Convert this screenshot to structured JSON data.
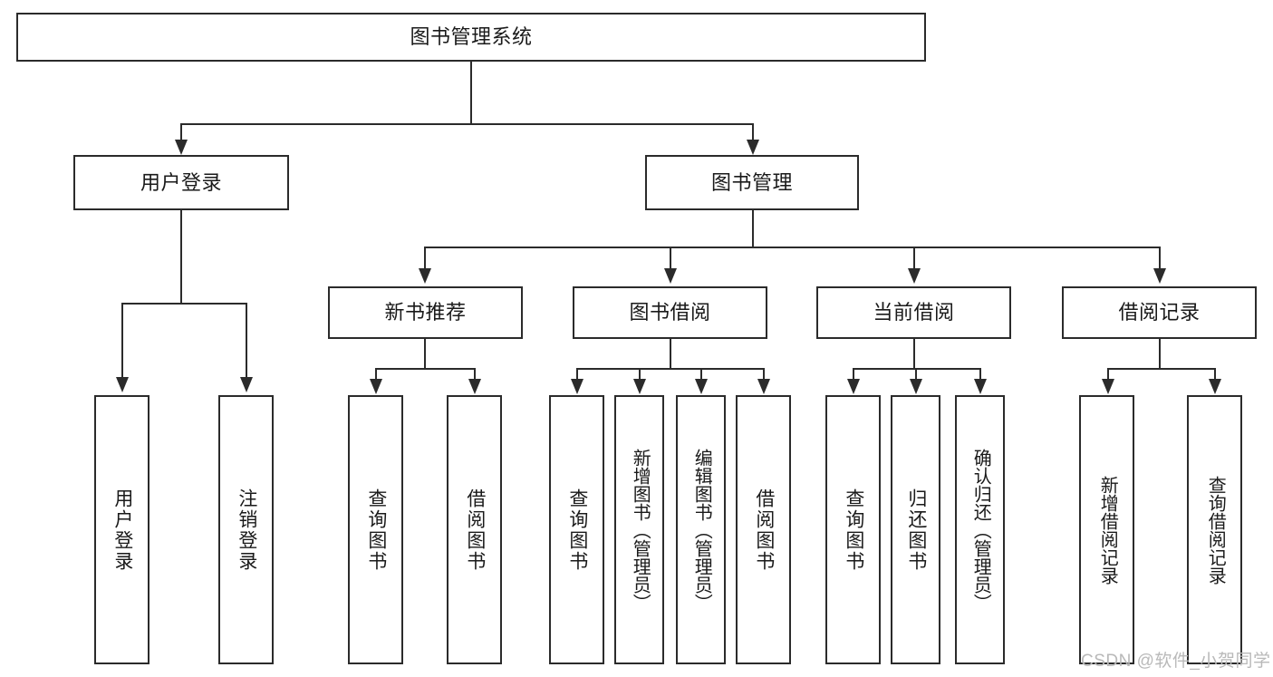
{
  "diagram": {
    "title": "图书管理系统",
    "type": "tree-hierarchy",
    "levels": 4,
    "colors": {
      "border": "#2b2b2b",
      "text": "#1a1a1a",
      "background": "#ffffff",
      "watermark": "#b9b9b9"
    },
    "root": {
      "label": "图书管理系统"
    },
    "level2": [
      {
        "label": "用户登录"
      },
      {
        "label": "图书管理"
      }
    ],
    "level3": [
      {
        "label": "新书推荐"
      },
      {
        "label": "图书借阅"
      },
      {
        "label": "当前借阅"
      },
      {
        "label": "借阅记录"
      }
    ],
    "leaves": {
      "user_login": [
        {
          "label": "用户登录"
        },
        {
          "label": "注销登录"
        }
      ],
      "new_book_recommend": [
        {
          "label": "查询图书"
        },
        {
          "label": "借阅图书"
        }
      ],
      "book_borrow": [
        {
          "label": "查询图书"
        },
        {
          "label": "新增图书（管理员）"
        },
        {
          "label": "编辑图书（管理员）"
        },
        {
          "label": "借阅图书"
        }
      ],
      "current_borrow": [
        {
          "label": "查询图书"
        },
        {
          "label": "归还图书"
        },
        {
          "label": "确认归还（管理员）"
        }
      ],
      "borrow_record": [
        {
          "label": "新增借阅记录"
        },
        {
          "label": "查询借阅记录"
        }
      ]
    }
  },
  "watermark": {
    "text": "CSDN @软件_小贺同学"
  }
}
